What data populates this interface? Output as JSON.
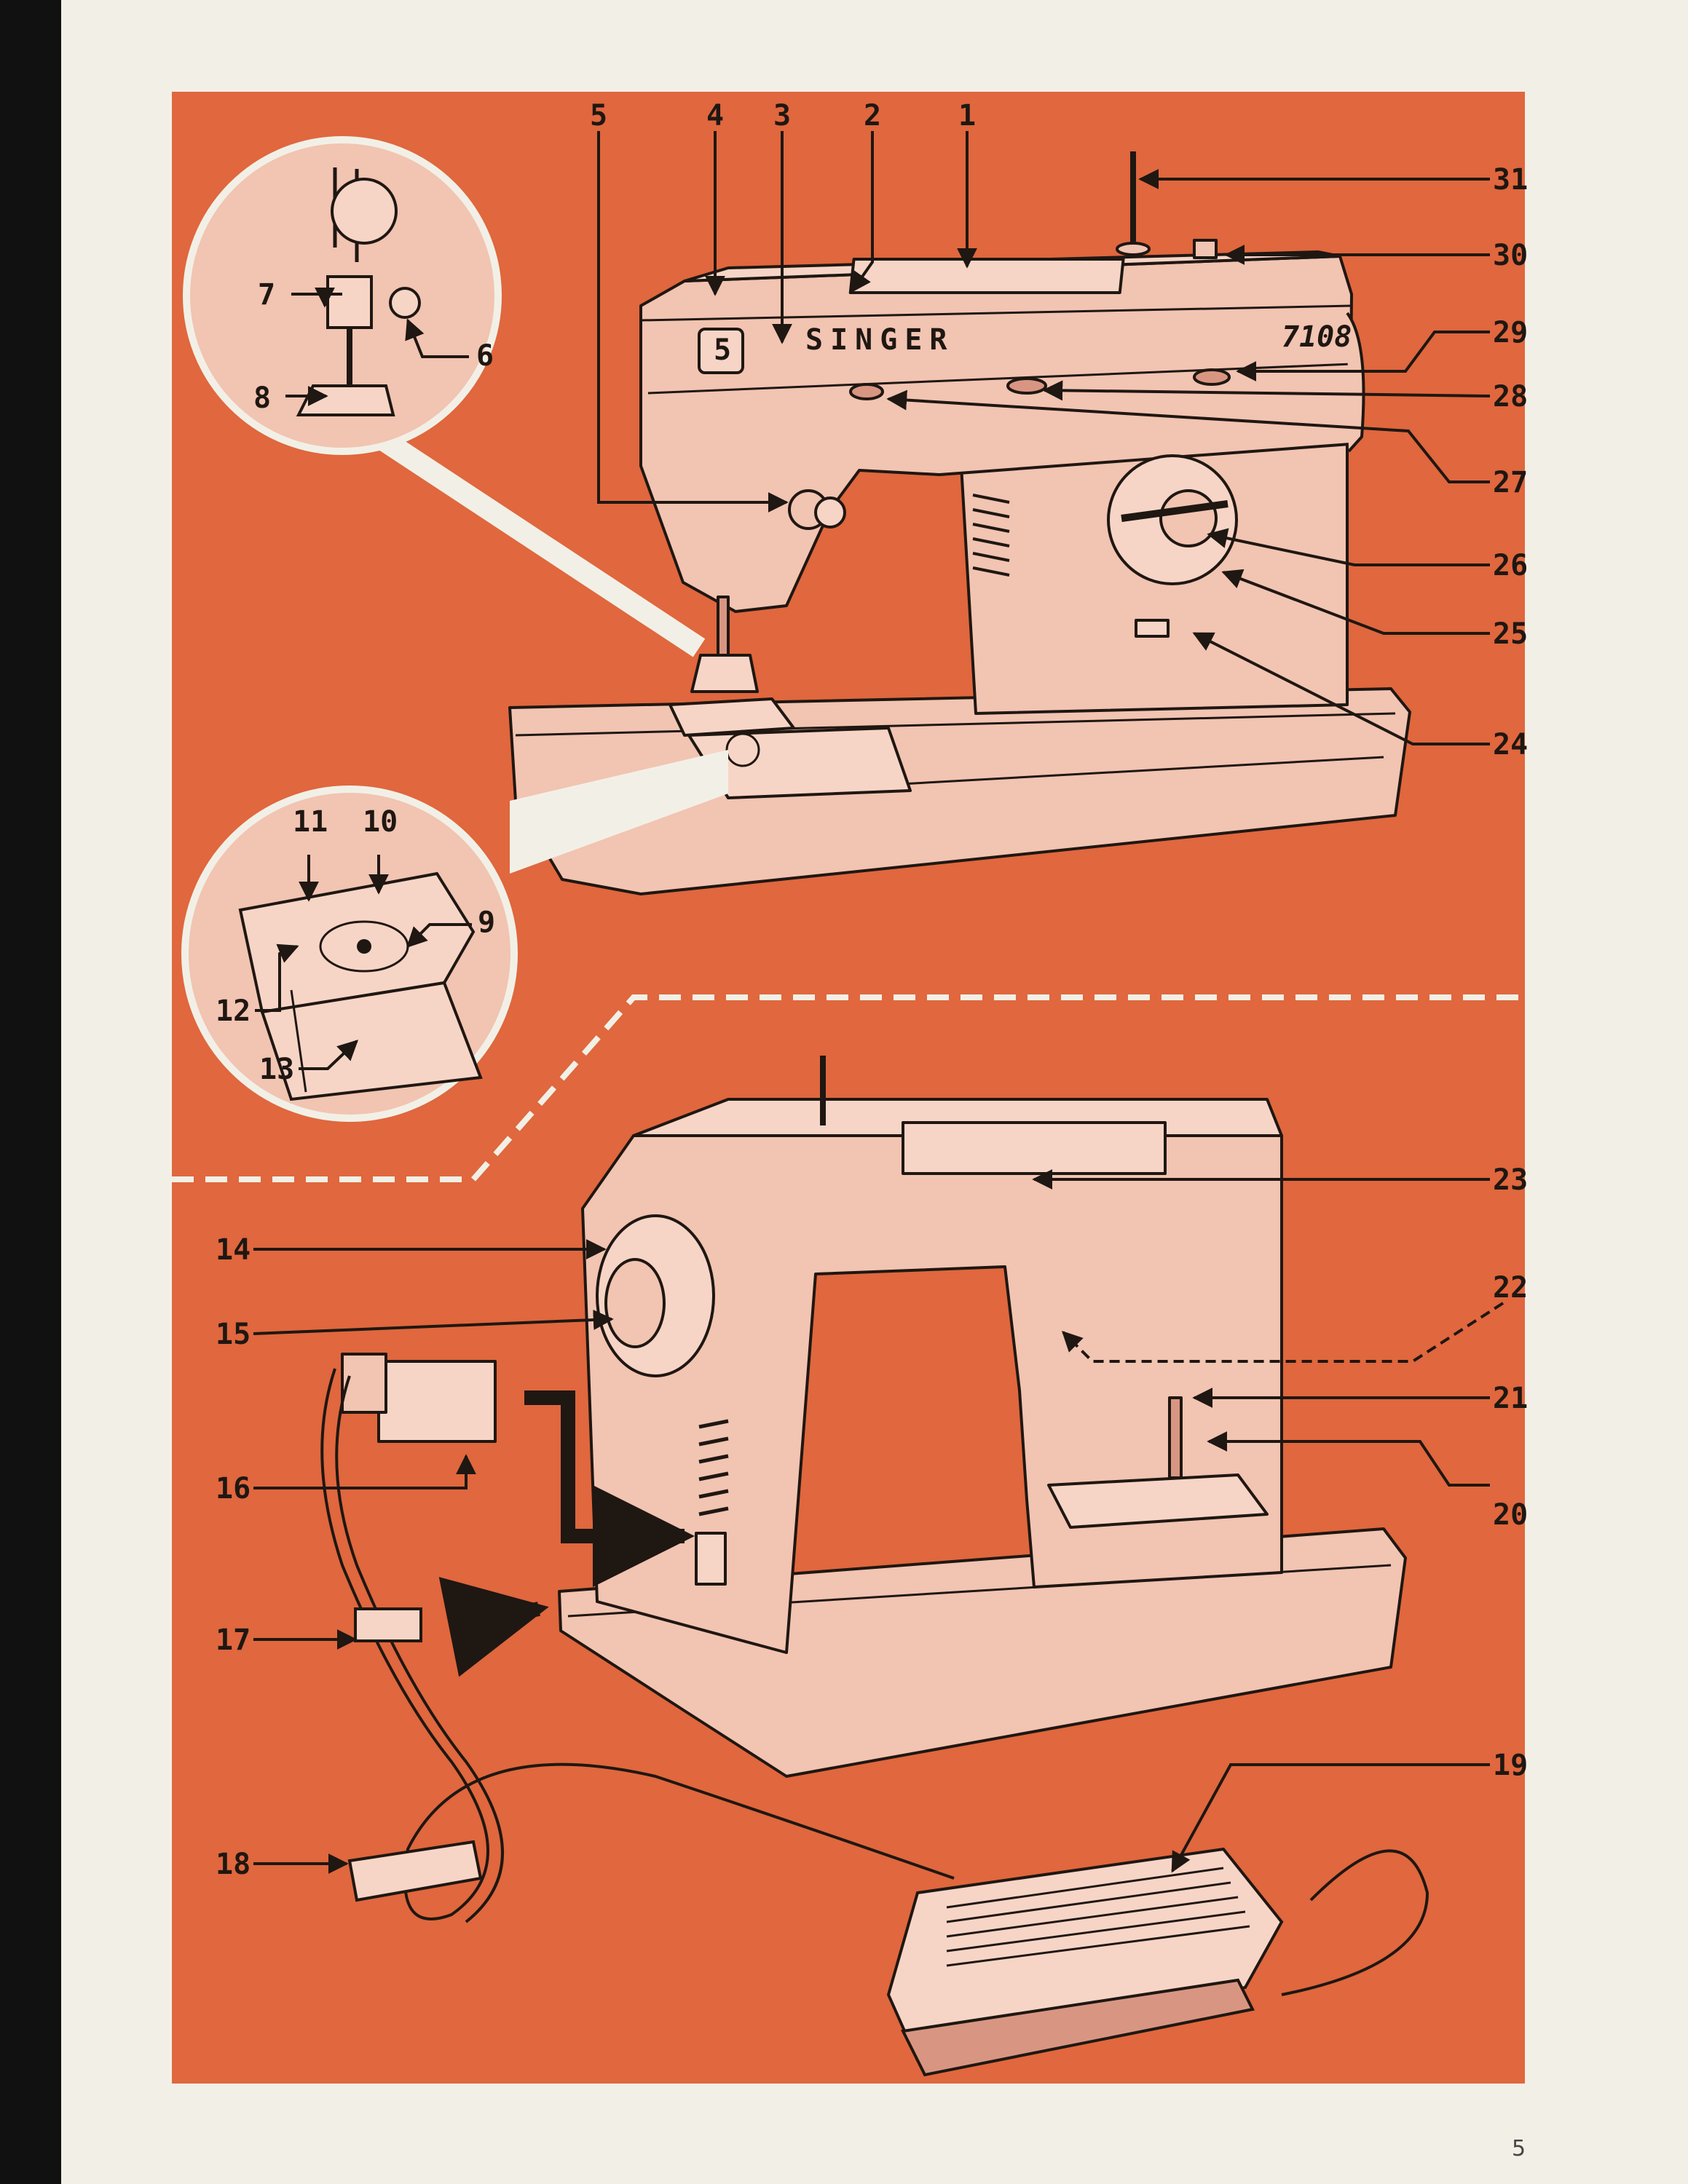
{
  "page_number": "5",
  "machine": {
    "brand": "SINGER",
    "model": "7108",
    "dial_badge": "5"
  },
  "colors": {
    "panel": "#e0673e",
    "machine_body": "#f2c4b2",
    "machine_shadow": "#d89682",
    "line": "#1f1712",
    "paper": "#f2f0e6"
  },
  "callouts": {
    "c1": "1",
    "c2": "2",
    "c3": "3",
    "c4": "4",
    "c5": "5",
    "c6": "6",
    "c7": "7",
    "c8": "8",
    "c9": "9",
    "c10": "10",
    "c11": "11",
    "c12": "12",
    "c13": "13",
    "c14": "14",
    "c15": "15",
    "c16": "16",
    "c17": "17",
    "c18": "18",
    "c19": "19",
    "c20": "20",
    "c21": "21",
    "c22": "22",
    "c23": "23",
    "c24": "24",
    "c25": "25",
    "c26": "26",
    "c27": "27",
    "c28": "28",
    "c29": "29",
    "c30": "30",
    "c31": "31"
  }
}
